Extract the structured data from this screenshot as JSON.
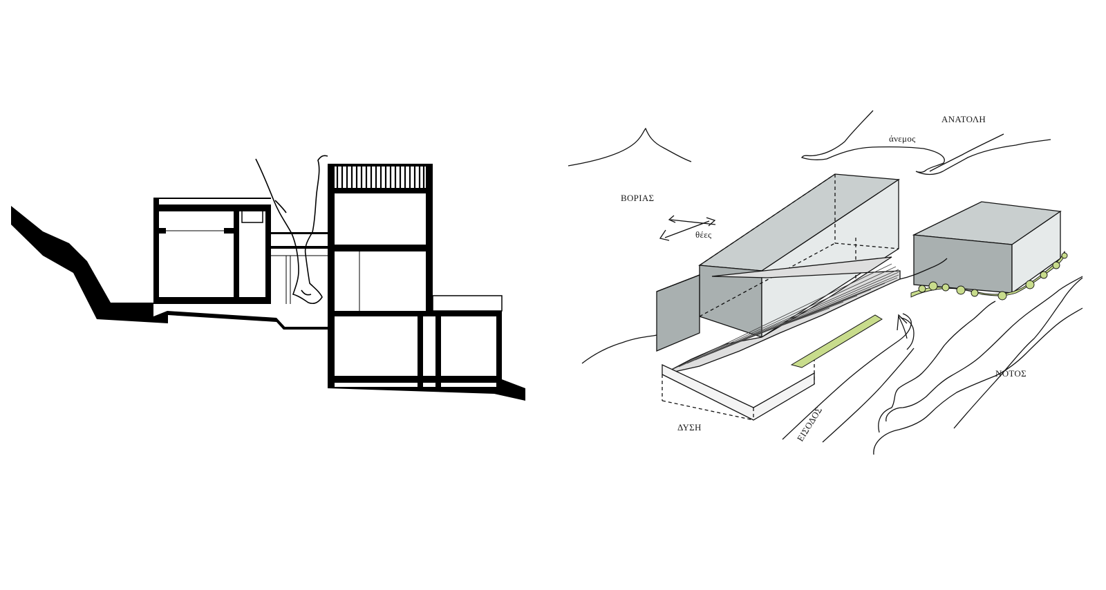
{
  "iso_diagram": {
    "labels": {
      "anatoli": "ΑΝΑΤΟΛΗ",
      "anemos": "άνεμος",
      "vorias": "ΒΟΡΙΑΣ",
      "thees": "θέες",
      "notos": "ΝΟΤΟΣ",
      "dysi": "ΔΥΣΗ",
      "eisodos": "ΕΙΣΟΔΟΣ"
    },
    "colors": {
      "block_top": "#c9cfcf",
      "block_front": "#a9b0b0",
      "block_side": "#e6eaea",
      "vegetation": "#c8dc8c",
      "ink": "#111111"
    }
  }
}
